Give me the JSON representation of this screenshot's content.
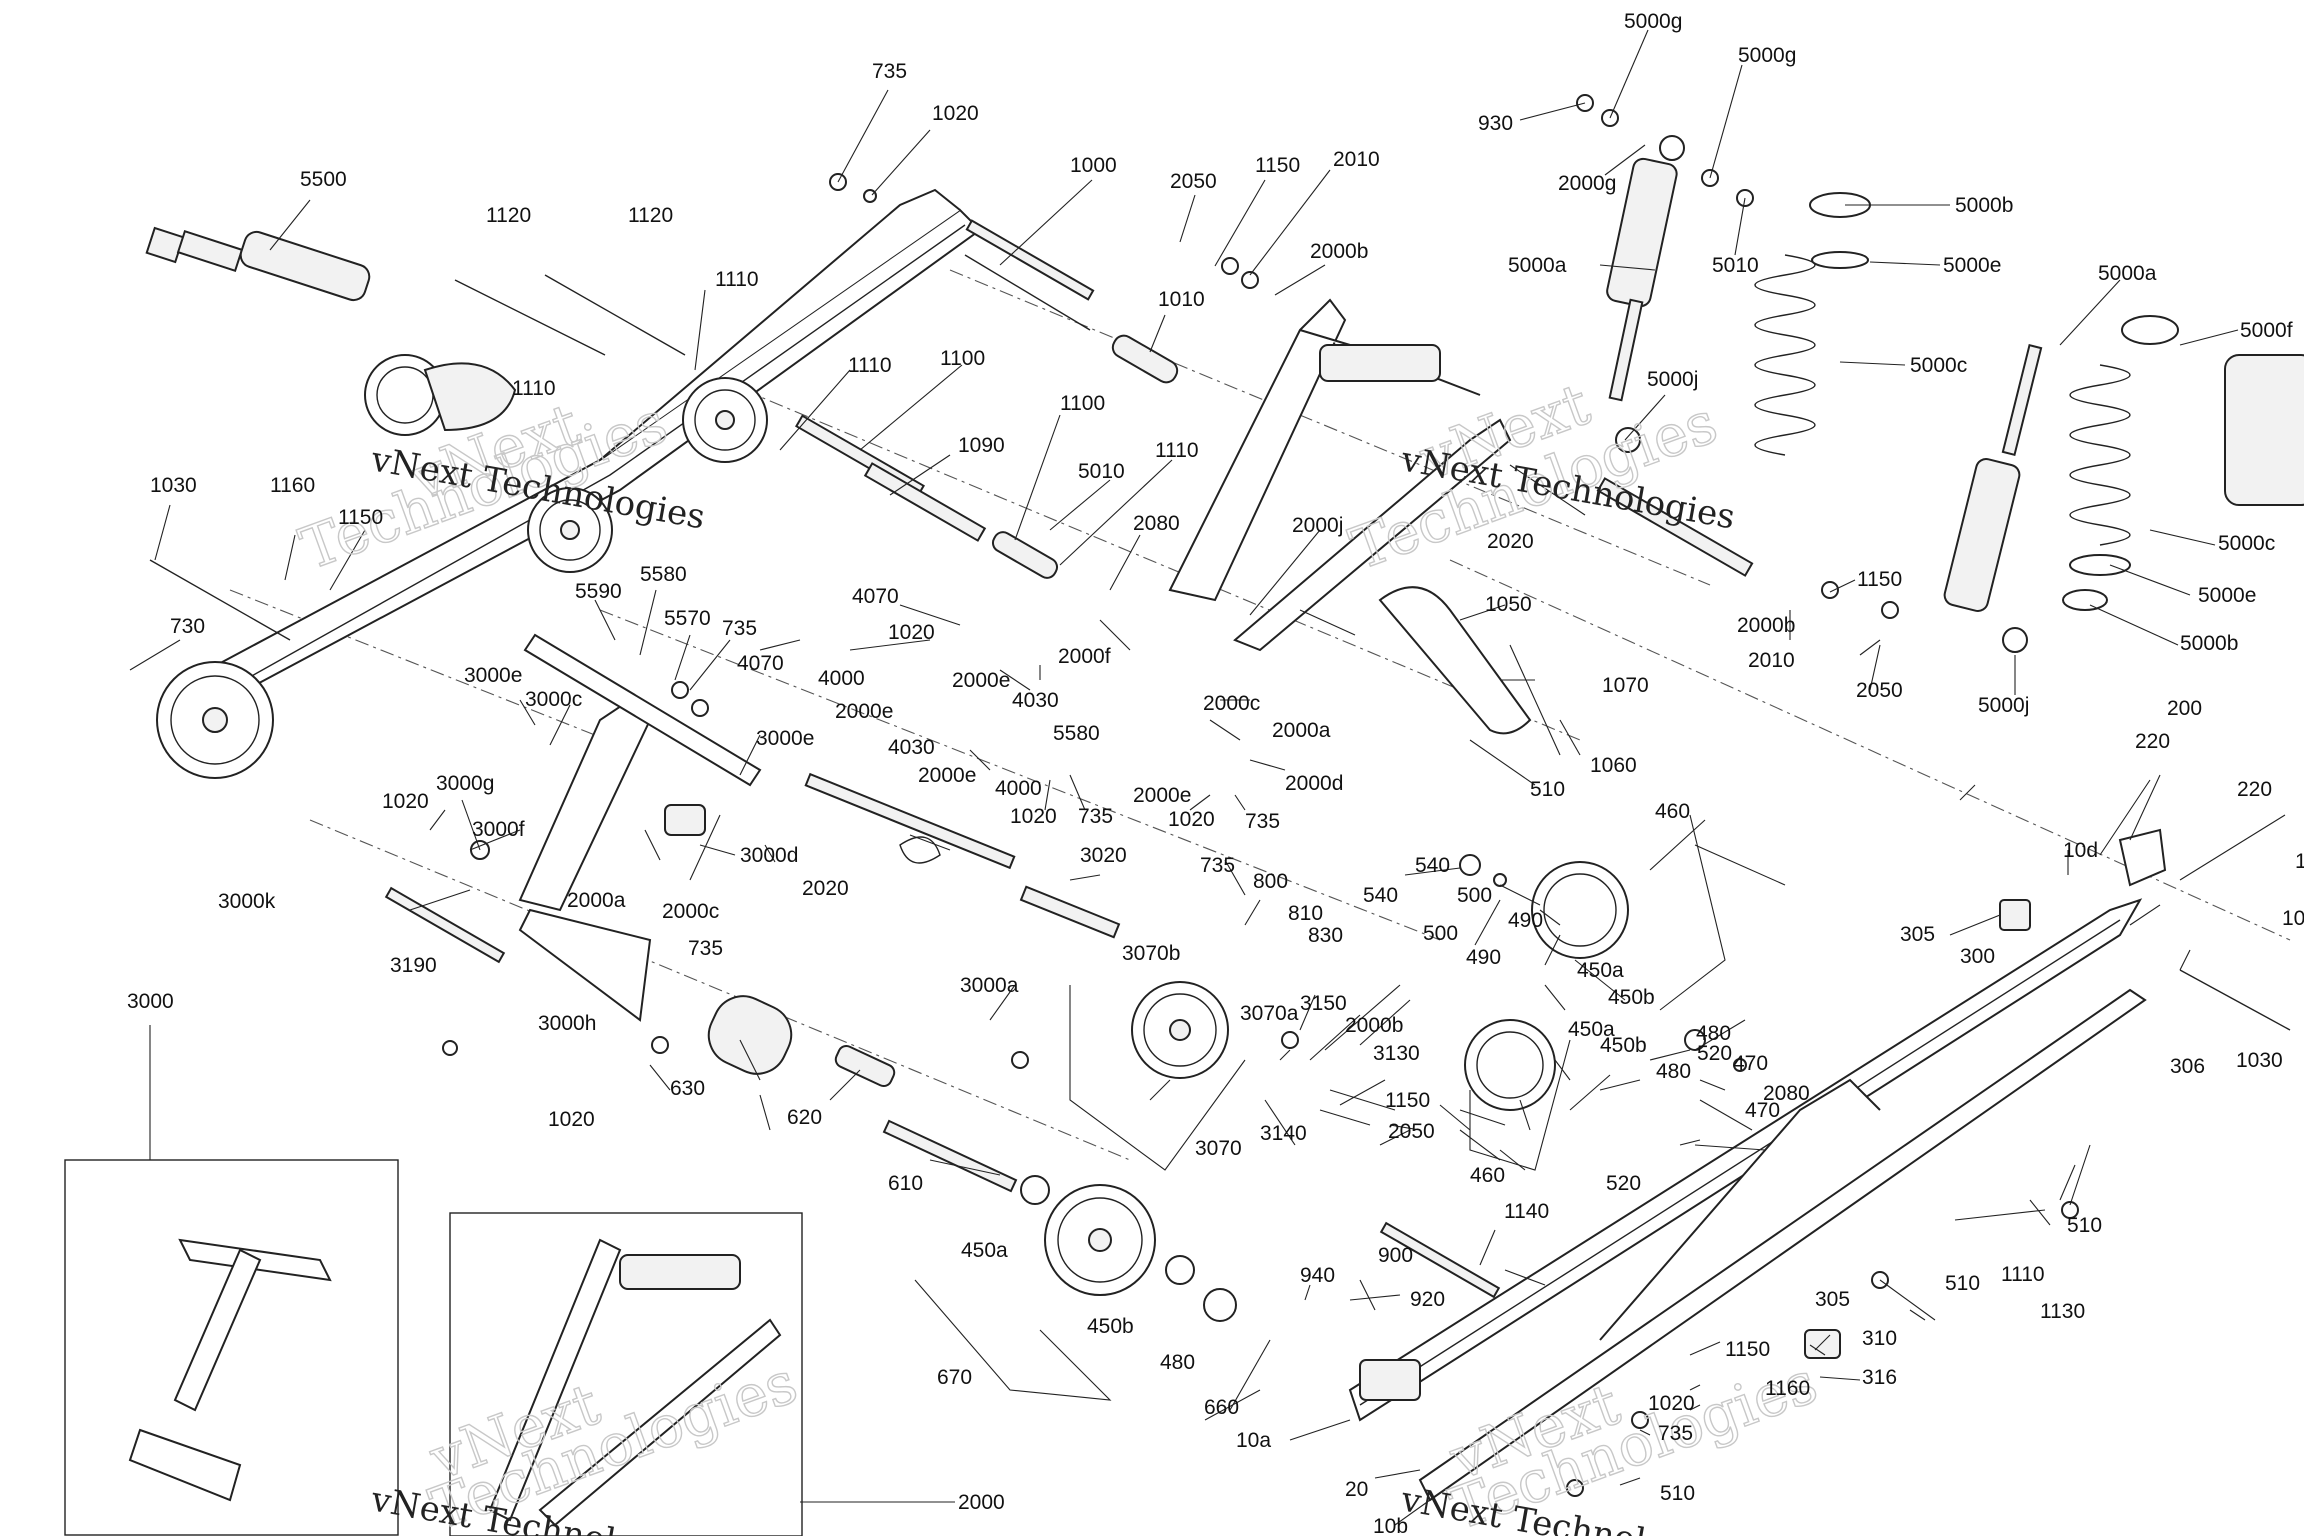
{
  "watermark": {
    "brand": "vNext Technologies",
    "word1": "vNext",
    "word2": "Technologies"
  },
  "callouts": [
    {
      "id": "c1",
      "text": "5000g"
    },
    {
      "id": "c2",
      "text": "5000g"
    },
    {
      "id": "c3",
      "text": "930"
    },
    {
      "id": "c4",
      "text": "2000g"
    },
    {
      "id": "c5",
      "text": "5000b"
    },
    {
      "id": "c6",
      "text": "5010"
    },
    {
      "id": "c7",
      "text": "5000a"
    },
    {
      "id": "c8",
      "text": "5000e"
    },
    {
      "id": "c9",
      "text": "5000a"
    },
    {
      "id": "c10",
      "text": "5000f"
    },
    {
      "id": "c11",
      "text": "5000c"
    },
    {
      "id": "c12",
      "text": "5000j"
    },
    {
      "id": "c13",
      "text": "5000c"
    },
    {
      "id": "c14",
      "text": "5000e"
    },
    {
      "id": "c15",
      "text": "5000b"
    },
    {
      "id": "c16",
      "text": "5000j"
    },
    {
      "id": "c17",
      "text": "735"
    },
    {
      "id": "c18",
      "text": "1020"
    },
    {
      "id": "c19",
      "text": "1000"
    },
    {
      "id": "c20",
      "text": "2050"
    },
    {
      "id": "c21",
      "text": "1150"
    },
    {
      "id": "c22",
      "text": "2010"
    },
    {
      "id": "c23",
      "text": "2000b"
    },
    {
      "id": "c24",
      "text": "5500"
    },
    {
      "id": "c25",
      "text": "1120"
    },
    {
      "id": "c26",
      "text": "1120"
    },
    {
      "id": "c27",
      "text": "1110"
    },
    {
      "id": "c28",
      "text": "1010"
    },
    {
      "id": "c29",
      "text": "1110"
    },
    {
      "id": "c30",
      "text": "1110"
    },
    {
      "id": "c31",
      "text": "1100"
    },
    {
      "id": "c32",
      "text": "1100"
    },
    {
      "id": "c33",
      "text": "1090"
    },
    {
      "id": "c34",
      "text": "5010"
    },
    {
      "id": "c35",
      "text": "1110"
    },
    {
      "id": "c36",
      "text": "2080"
    },
    {
      "id": "c37",
      "text": "2000j"
    },
    {
      "id": "c38",
      "text": "2020"
    },
    {
      "id": "c39",
      "text": "1030"
    },
    {
      "id": "c40",
      "text": "1160"
    },
    {
      "id": "c41",
      "text": "1150"
    },
    {
      "id": "c42",
      "text": "730"
    },
    {
      "id": "c43",
      "text": "5590"
    },
    {
      "id": "c44",
      "text": "5580"
    },
    {
      "id": "c45",
      "text": "5570"
    },
    {
      "id": "c46",
      "text": "735"
    },
    {
      "id": "c47",
      "text": "4070"
    },
    {
      "id": "c48",
      "text": "4070"
    },
    {
      "id": "c49",
      "text": "1020"
    },
    {
      "id": "c50",
      "text": "4000"
    },
    {
      "id": "c51",
      "text": "2000e"
    },
    {
      "id": "c52",
      "text": "2000e"
    },
    {
      "id": "c53",
      "text": "2000f"
    },
    {
      "id": "c54",
      "text": "4030"
    },
    {
      "id": "c55",
      "text": "2000c"
    },
    {
      "id": "c56",
      "text": "5580"
    },
    {
      "id": "c57",
      "text": "4030"
    },
    {
      "id": "c58",
      "text": "2000e"
    },
    {
      "id": "c59",
      "text": "2000a"
    },
    {
      "id": "c60",
      "text": "1050"
    },
    {
      "id": "c61",
      "text": "1070"
    },
    {
      "id": "c62",
      "text": "2000b"
    },
    {
      "id": "c63",
      "text": "1150"
    },
    {
      "id": "c64",
      "text": "2010"
    },
    {
      "id": "c65",
      "text": "2050"
    },
    {
      "id": "c66",
      "text": "3000e"
    },
    {
      "id": "c67",
      "text": "3000c"
    },
    {
      "id": "c68",
      "text": "3000e"
    },
    {
      "id": "c69",
      "text": "4000"
    },
    {
      "id": "c70",
      "text": "2000e"
    },
    {
      "id": "c71",
      "text": "2000d"
    },
    {
      "id": "c72",
      "text": "1060"
    },
    {
      "id": "c73",
      "text": "510"
    },
    {
      "id": "c74",
      "text": "1020"
    },
    {
      "id": "c75",
      "text": "735"
    },
    {
      "id": "c76",
      "text": "1020"
    },
    {
      "id": "c77",
      "text": "735"
    },
    {
      "id": "c78",
      "text": "3000g"
    },
    {
      "id": "c79",
      "text": "1020"
    },
    {
      "id": "c80",
      "text": "3000f"
    },
    {
      "id": "c81",
      "text": "3000d"
    },
    {
      "id": "c82",
      "text": "2020"
    },
    {
      "id": "c83",
      "text": "3000k"
    },
    {
      "id": "c84",
      "text": "3020"
    },
    {
      "id": "c85",
      "text": "735"
    },
    {
      "id": "c86",
      "text": "800"
    },
    {
      "id": "c87",
      "text": "540"
    },
    {
      "id": "c88",
      "text": "460"
    },
    {
      "id": "c89",
      "text": "200"
    },
    {
      "id": "c90",
      "text": "220"
    },
    {
      "id": "c91",
      "text": "220"
    },
    {
      "id": "c92",
      "text": "500"
    },
    {
      "id": "c93",
      "text": "490"
    },
    {
      "id": "c94",
      "text": "10d"
    },
    {
      "id": "c95",
      "text": "305"
    },
    {
      "id": "c96",
      "text": "300"
    },
    {
      "id": "c97",
      "text": "2000a"
    },
    {
      "id": "c98",
      "text": "2000c"
    },
    {
      "id": "c99",
      "text": "3190"
    },
    {
      "id": "c100",
      "text": "735"
    },
    {
      "id": "c101",
      "text": "810"
    },
    {
      "id": "c102",
      "text": "830"
    },
    {
      "id": "c103",
      "text": "540"
    },
    {
      "id": "c104",
      "text": "500"
    },
    {
      "id": "c105",
      "text": "490"
    },
    {
      "id": "c106",
      "text": "450a"
    },
    {
      "id": "c107",
      "text": "450b"
    },
    {
      "id": "c108",
      "text": "3000a"
    },
    {
      "id": "c109",
      "text": "3070b"
    },
    {
      "id": "c110",
      "text": "3070a"
    },
    {
      "id": "c111",
      "text": "3150"
    },
    {
      "id": "c112",
      "text": "2000b"
    },
    {
      "id": "c113",
      "text": "3000"
    },
    {
      "id": "c114",
      "text": "3000h"
    },
    {
      "id": "c115",
      "text": "450a"
    },
    {
      "id": "c116",
      "text": "480"
    },
    {
      "id": "c117",
      "text": "520"
    },
    {
      "id": "c118",
      "text": "470"
    },
    {
      "id": "c119",
      "text": "306"
    },
    {
      "id": "c120",
      "text": "1030"
    },
    {
      "id": "c121",
      "text": "10"
    },
    {
      "id": "c122",
      "text": "1"
    },
    {
      "id": "c123",
      "text": "450b"
    },
    {
      "id": "c124",
      "text": "480"
    },
    {
      "id": "c125",
      "text": "3130"
    },
    {
      "id": "c126",
      "text": "630"
    },
    {
      "id": "c127",
      "text": "1020"
    },
    {
      "id": "c128",
      "text": "620"
    },
    {
      "id": "c129",
      "text": "3070"
    },
    {
      "id": "c130",
      "text": "3140"
    },
    {
      "id": "c131",
      "text": "1150"
    },
    {
      "id": "c132",
      "text": "2050"
    },
    {
      "id": "c133",
      "text": "460"
    },
    {
      "id": "c134",
      "text": "470"
    },
    {
      "id": "c135",
      "text": "2080"
    },
    {
      "id": "c136",
      "text": "520"
    },
    {
      "id": "c137",
      "text": "610"
    },
    {
      "id": "c138",
      "text": "510"
    },
    {
      "id": "c139",
      "text": "1140"
    },
    {
      "id": "c140",
      "text": "450a"
    },
    {
      "id": "c141",
      "text": "940"
    },
    {
      "id": "c142",
      "text": "900"
    },
    {
      "id": "c143",
      "text": "510"
    },
    {
      "id": "c144",
      "text": "1110"
    },
    {
      "id": "c145",
      "text": "1130"
    },
    {
      "id": "c146",
      "text": "920"
    },
    {
      "id": "c147",
      "text": "305"
    },
    {
      "id": "c148",
      "text": "310"
    },
    {
      "id": "c149",
      "text": "450b"
    },
    {
      "id": "c150",
      "text": "480"
    },
    {
      "id": "c151",
      "text": "670"
    },
    {
      "id": "c152",
      "text": "1150"
    },
    {
      "id": "c153",
      "text": "1160"
    },
    {
      "id": "c154",
      "text": "316"
    },
    {
      "id": "c155",
      "text": "660"
    },
    {
      "id": "c156",
      "text": "1020"
    },
    {
      "id": "c157",
      "text": "10a"
    },
    {
      "id": "c158",
      "text": "735"
    },
    {
      "id": "c159",
      "text": "2000"
    },
    {
      "id": "c160",
      "text": "20"
    },
    {
      "id": "c161",
      "text": "510"
    },
    {
      "id": "c162",
      "text": "10b"
    }
  ]
}
